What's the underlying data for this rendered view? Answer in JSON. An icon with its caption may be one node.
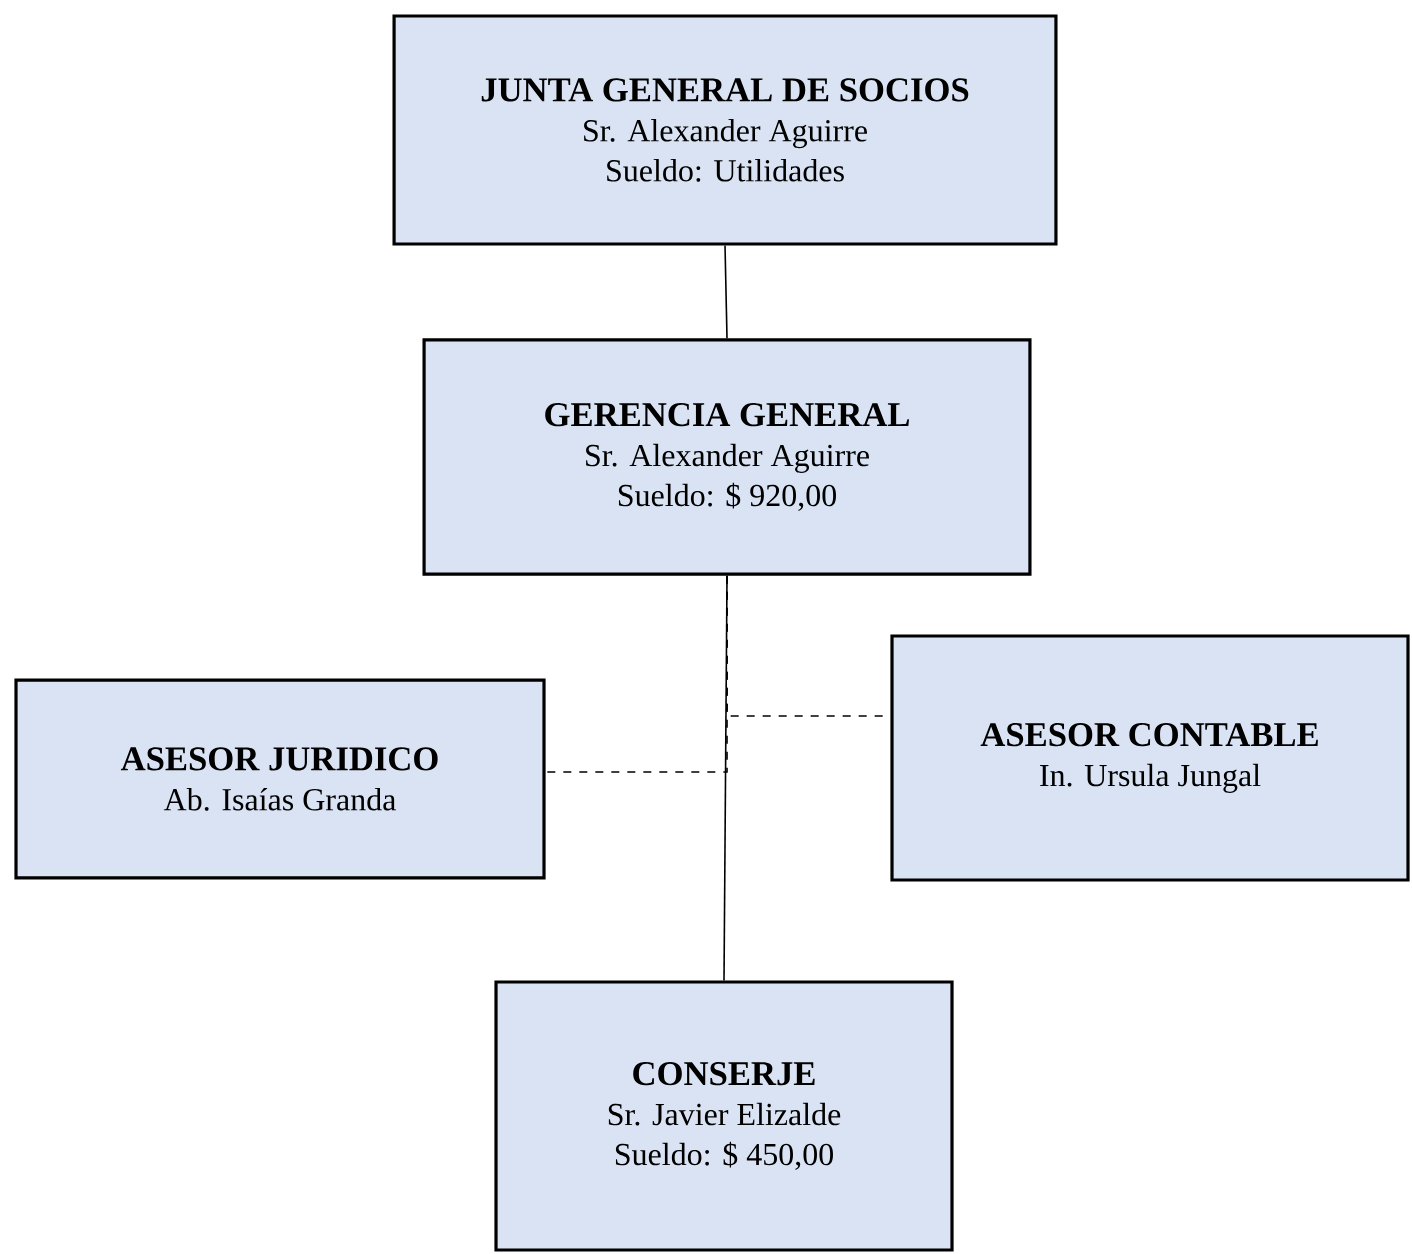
{
  "diagram": {
    "nodes": [
      {
        "text": [
          "JUNTA GENERAL DE SOCIOS",
          "Sr. Alexander Aguirre",
          "Sueldo: Utilidades"
        ]
      },
      {
        "text": [
          "GERENCIA GENERAL",
          "Sr. Alexander Aguirre",
          "Sueldo: $ 920,00"
        ]
      },
      {
        "text": [
          "ASESOR JURIDICO",
          "Ab. Isaías Granda"
        ]
      },
      {
        "text": [
          "ASESOR CONTABLE",
          "In. Ursula Jungal"
        ]
      },
      {
        "text": [
          "CONSERJE",
          "Sr. Javier Elizalde",
          "Sueldo: $ 450,00"
        ]
      }
    ],
    "edges": [
      {
        "from": 0,
        "to": 1,
        "arrow": "none"
      },
      {
        "from": 1,
        "to": 4,
        "arrow": "none"
      },
      {
        "from": 1,
        "to": 2,
        "arrow": "none",
        "style": "dashed"
      },
      {
        "from": 1,
        "to": 3,
        "arrow": "none",
        "style": "dashed"
      }
    ]
  }
}
